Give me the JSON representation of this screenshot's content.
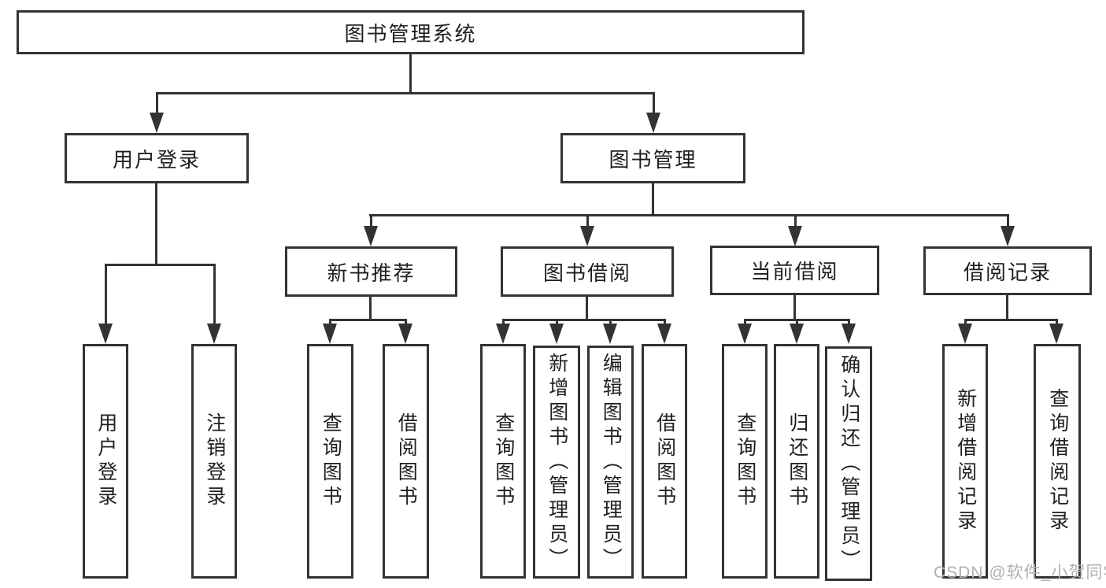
{
  "nodes": {
    "root": "图书管理系统",
    "user_login": "用户登录",
    "book_management": "图书管理",
    "new_book_recommend": "新书推荐",
    "book_borrow": "图书借阅",
    "current_borrow": "当前借阅",
    "borrow_record": "借阅记录",
    "user_login_leaf": "用户登录",
    "logout_leaf": "注销登录",
    "nb_query_book": "查询图书",
    "nb_borrow_book": "借阅图书",
    "bb_query_book": "查询图书",
    "bb_add_book": "新增图书（管理员）",
    "bb_edit_book": "编辑图书（管理员）",
    "bb_borrow_book": "借阅图书",
    "cb_query_book": "查询图书",
    "cb_return_book": "归还图书",
    "cb_confirm_return": "确认归还（管理员）",
    "br_add_record": "新增借阅记录",
    "br_query_record": "查询借阅记录"
  },
  "watermark": "CSDN @软件_小贺同学",
  "colors": {
    "line": "#333333",
    "text": "#1f1f1f",
    "watermark": "#b0b0b0",
    "background": "#ffffff"
  }
}
